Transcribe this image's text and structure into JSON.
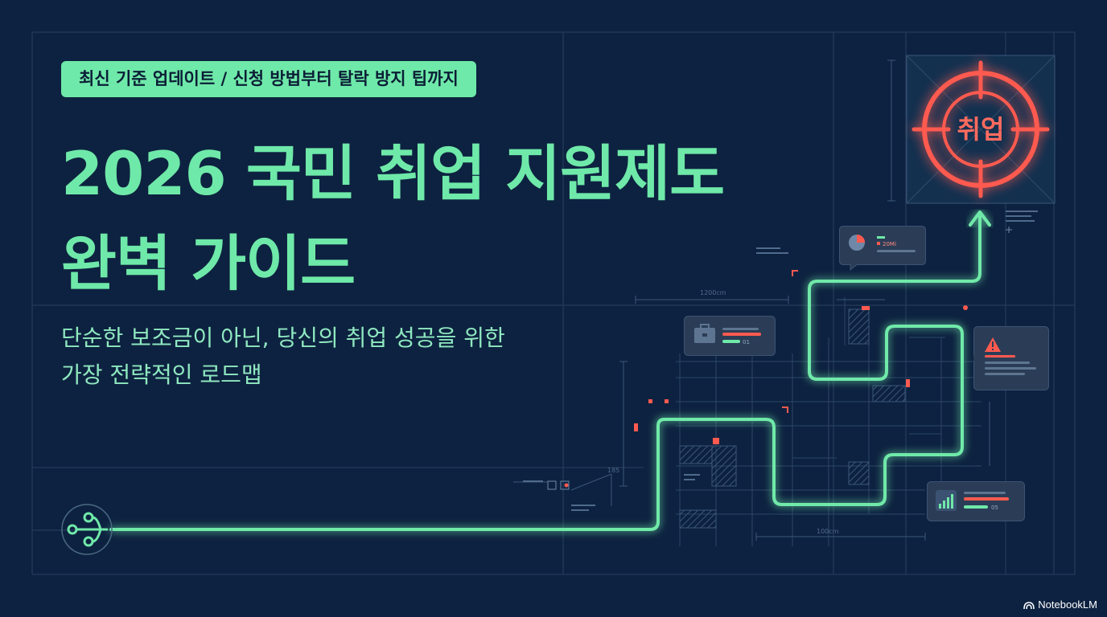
{
  "badge": {
    "text": "최신 기준 업데이트 / 신청 방법부터 탈락 방지 팁까지"
  },
  "title": {
    "line1": "2026 국민 취업 지원제도",
    "line2": "완벽 가이드"
  },
  "subtitle": {
    "line1": "단순한 보조금이 아닌, 당신의 취업 성공을 위한",
    "line2": "가장 전략적인 로드맵"
  },
  "target": {
    "label": "취업"
  },
  "dimensions": {
    "d1": "1200cm",
    "d2": "100cm",
    "d3": "20Mi",
    "d4": "01",
    "d5": "05",
    "d6": "185"
  },
  "icons": {
    "start": "circuit-node-icon",
    "briefcase": "briefcase-icon",
    "pie": "pie-chart-icon",
    "warning": "warning-icon",
    "bars": "bar-chart-icon",
    "target": "crosshair-target-icon"
  },
  "colors": {
    "bg": "#0d2240",
    "accent": "#6fe9a9",
    "target": "#ff5a4f",
    "card": "#2b3d56"
  },
  "watermark": {
    "text": "NotebookLM"
  }
}
